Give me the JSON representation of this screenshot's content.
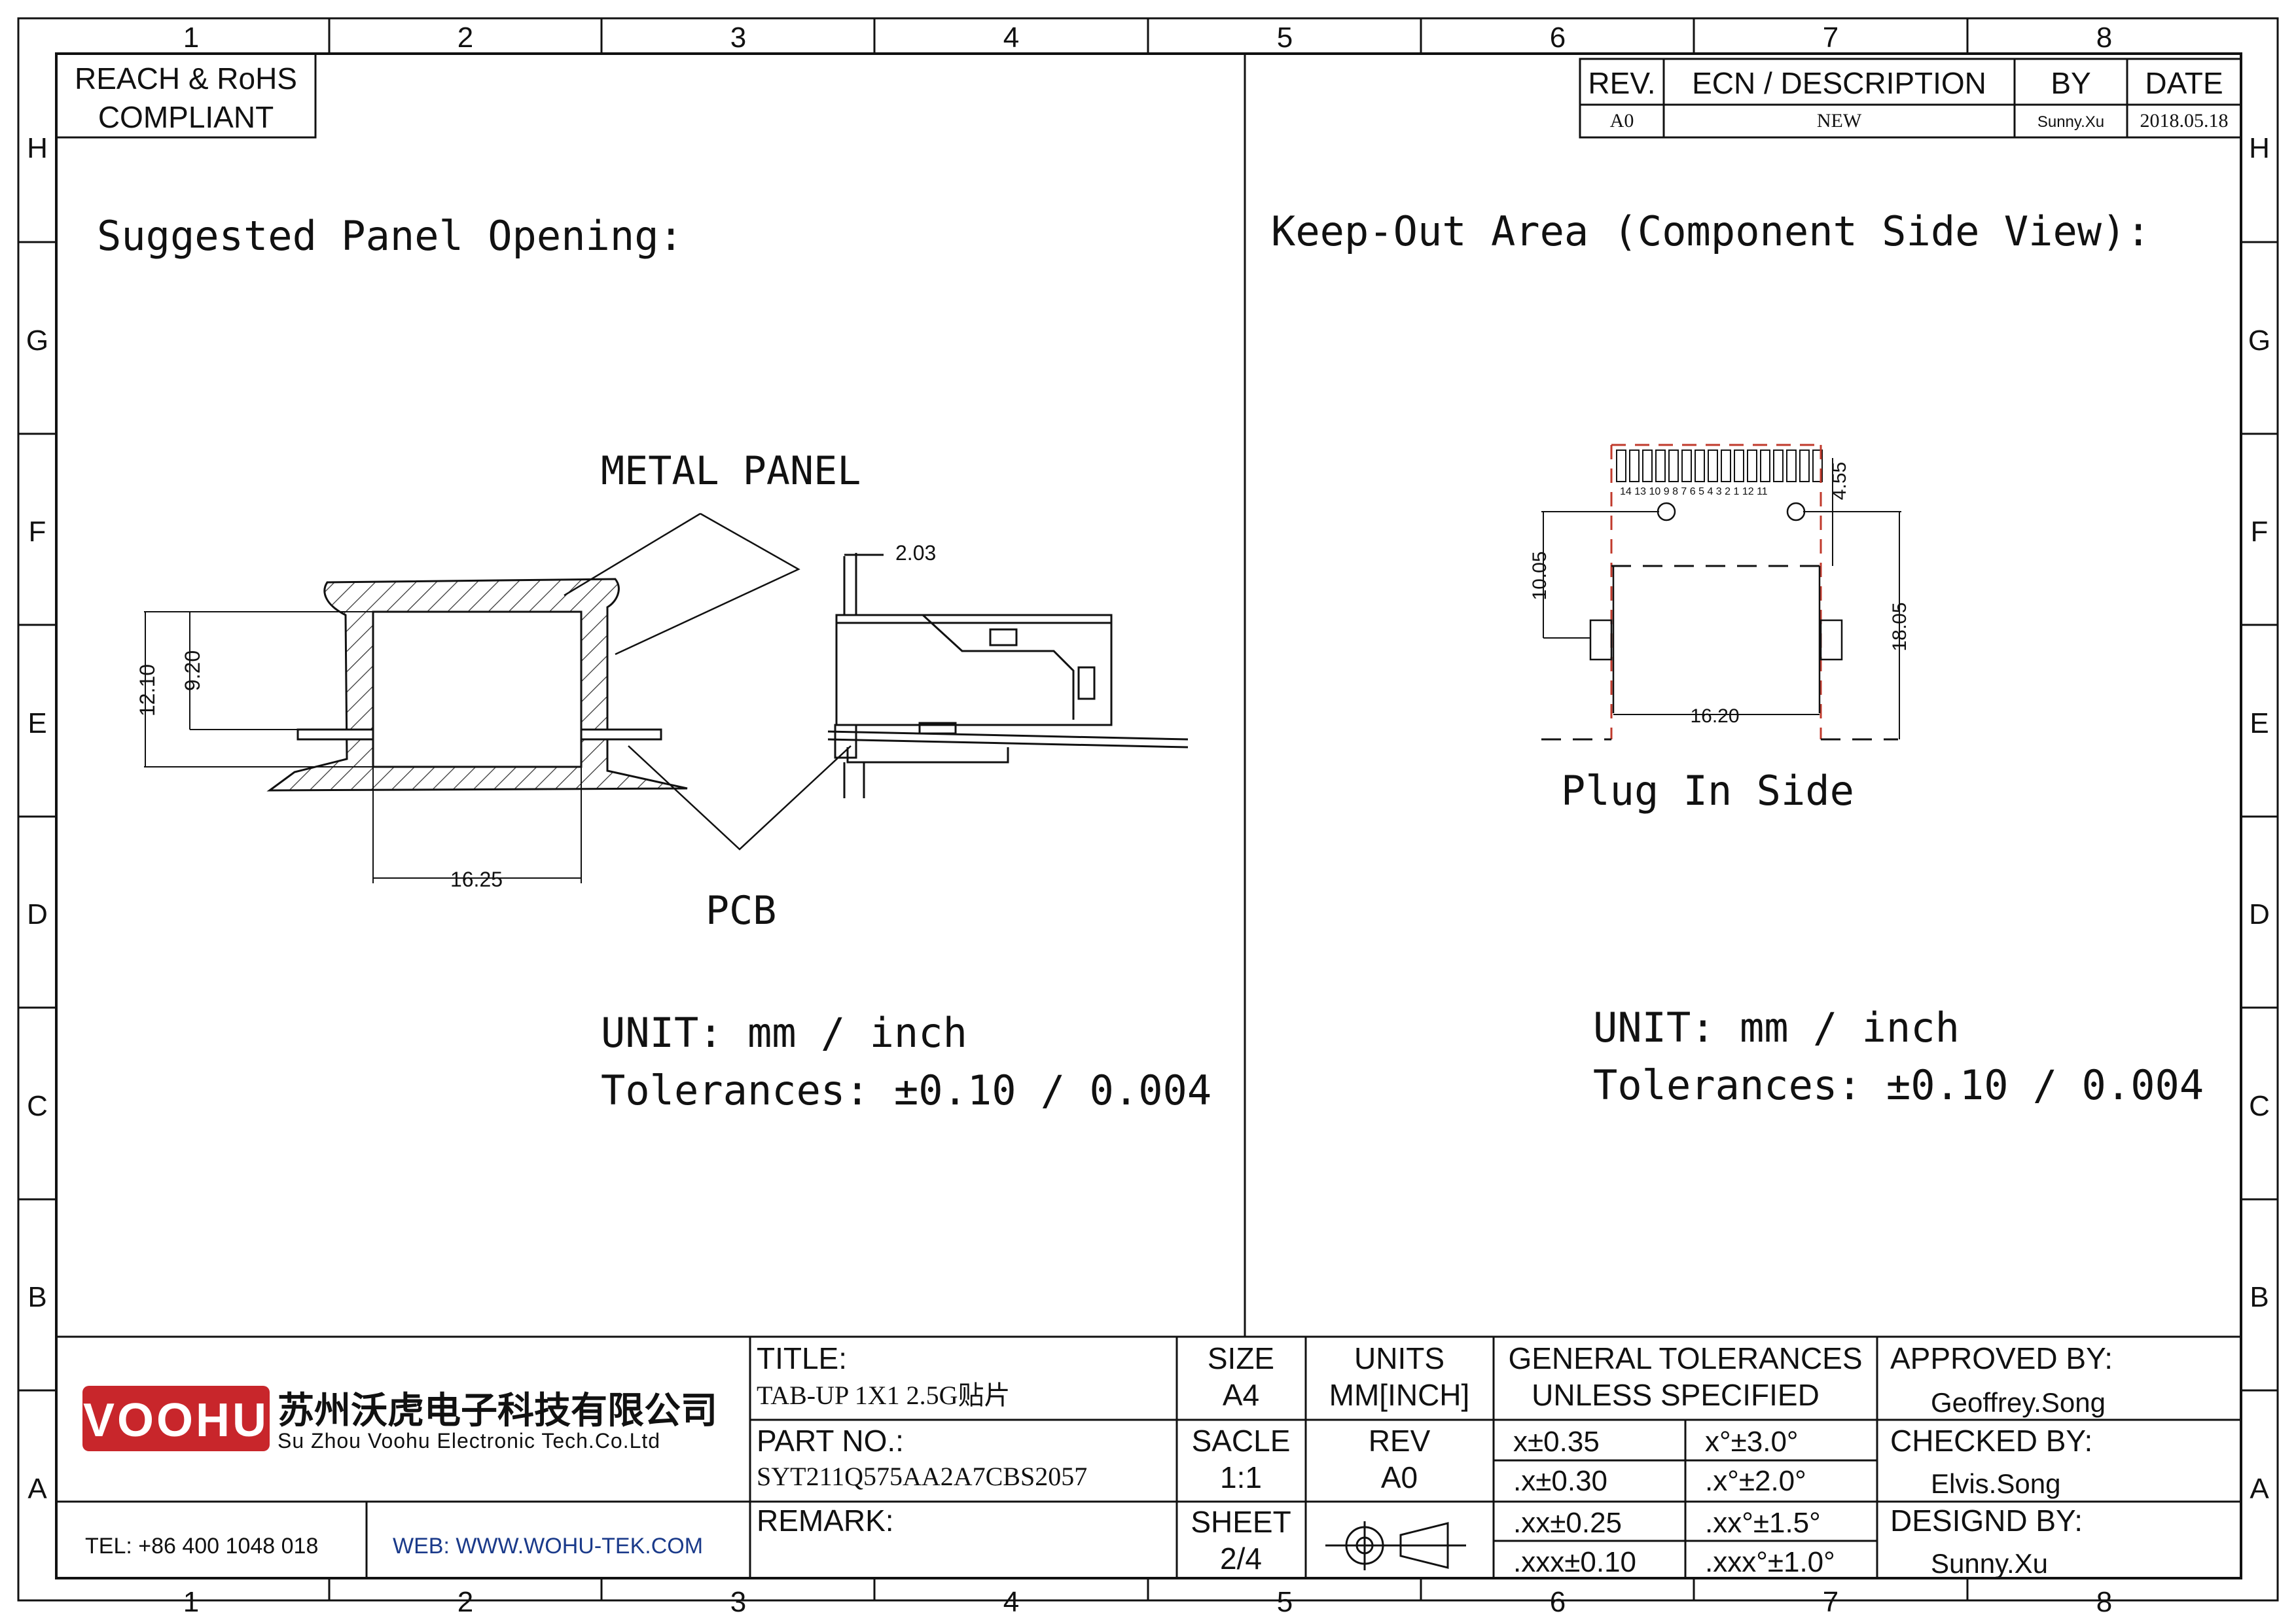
{
  "frame": {
    "columns": [
      "1",
      "2",
      "3",
      "4",
      "5",
      "6",
      "7",
      "8"
    ],
    "rows": [
      "H",
      "G",
      "F",
      "E",
      "D",
      "C",
      "B",
      "A"
    ]
  },
  "compliance": [
    "REACH & RoHS",
    "COMPLIANT"
  ],
  "revision_table": {
    "headers": [
      "REV.",
      "ECN / DESCRIPTION",
      "BY",
      "DATE"
    ],
    "row": [
      "A0",
      "NEW",
      "Sunny.Xu",
      "2018.05.18"
    ]
  },
  "left_view": {
    "heading": "Suggested Panel Opening:",
    "metal_panel": "METAL PANEL",
    "pcb": "PCB",
    "dims": {
      "d_12_10": "12.10",
      "d_9_20": "9.20",
      "d_16_25": "16.25",
      "d_2_03": "2.03"
    },
    "unit": "UNIT: mm / inch",
    "tolerance": "Tolerances: ±0.10 / 0.004"
  },
  "right_view": {
    "heading": "Keep-Out Area (Component Side View):",
    "plug_side": "Plug In Side",
    "pin_numbers": "14 13 10 9  8  7  6  5  4  3  2  1  12 11",
    "dims": {
      "d_4_55": "4.55",
      "d_10_05": "10.05",
      "d_18_05": "18.05",
      "d_16_20": "16.20"
    },
    "unit": "UNIT: mm / inch",
    "tolerance": "Tolerances: ±0.10 / 0.004"
  },
  "title_block": {
    "logo_text": "VOOHU",
    "company_cn": "苏州沃虎电子科技有限公司",
    "company_en": "Su Zhou Voohu Electronic Tech.Co.Ltd",
    "tel": "TEL: +86 400 1048 018",
    "web": "WEB: WWW.WOHU-TEK.COM",
    "title_label": "TITLE:",
    "title_value": "TAB-UP 1X1 2.5G贴片",
    "part_label": "PART NO.:",
    "part_value": "SYT211Q575AA2A7CBS2057",
    "remark_label": "REMARK:",
    "size_label": "SIZE",
    "size_value": "A4",
    "units_label": "UNITS",
    "units_value": "MM[INCH]",
    "scale_label": "SACLE",
    "scale_value": "1:1",
    "rev_label": "REV",
    "rev_value": "A0",
    "sheet_label": "SHEET",
    "sheet_value": "2/4",
    "gen_tol_1": "GENERAL TOLERANCES",
    "gen_tol_2": "UNLESS SPECIFIED",
    "tolerances": [
      [
        "x±0.35",
        "x°±3.0°"
      ],
      [
        ".x±0.30",
        ".x°±2.0°"
      ],
      [
        ".xx±0.25",
        ".xx°±1.5°"
      ],
      [
        ".xxx±0.10",
        ".xxx°±1.0°"
      ]
    ],
    "approved_label": "APPROVED BY:",
    "approved_value": "Geoffrey.Song",
    "checked_label": "CHECKED BY:",
    "checked_value": "Elvis.Song",
    "designed_label": "DESIGND BY:",
    "designed_value": "Sunny.Xu"
  },
  "colors": {
    "line": "#111111",
    "dashed": "#c0392b",
    "logo": "#c8262b"
  }
}
